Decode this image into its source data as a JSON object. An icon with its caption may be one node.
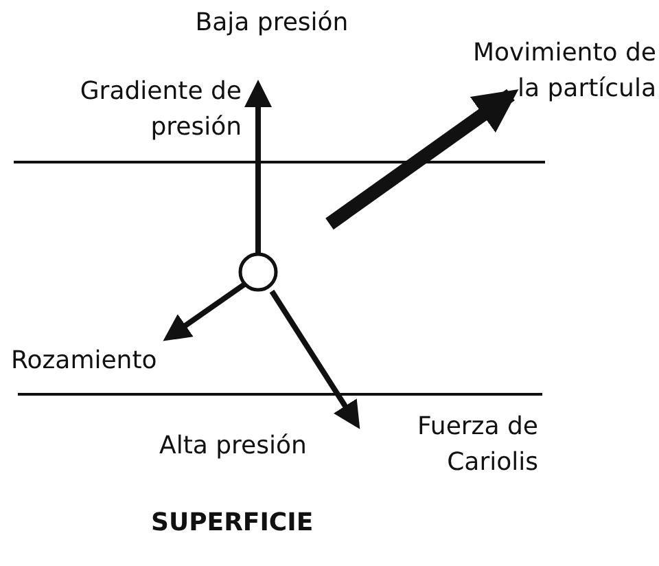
{
  "diagram": {
    "labels": [
      "Baja presión",
      "Movimiento de la partícula",
      "Gradiente de presión",
      "Rozamiento",
      "Fuerza de Cariolis",
      "Alta presión",
      "SUPERFICIE"
    ]
  }
}
